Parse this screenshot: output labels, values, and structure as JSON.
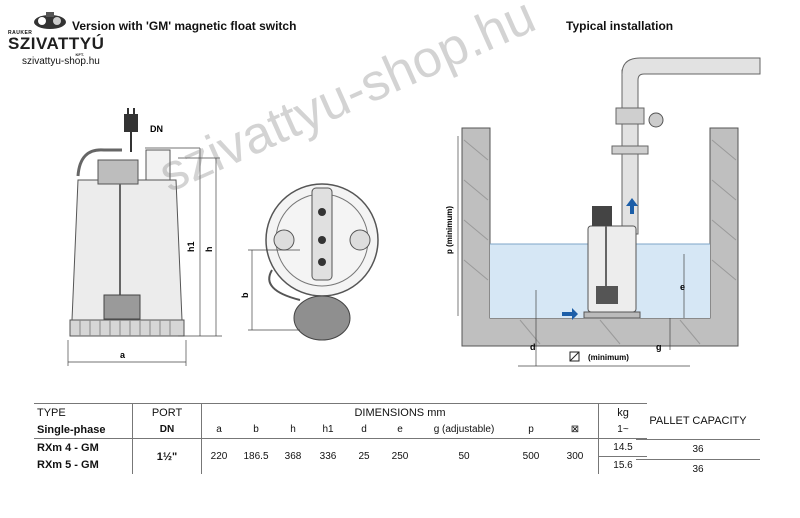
{
  "header": {
    "left_title": "Version with 'GM' magnetic float switch",
    "right_title": "Typical installation"
  },
  "logo": {
    "brand": "RAUKER",
    "name": "SZIVATTYÚ",
    "suffix": "KFT.",
    "url": "szivattyu-shop.hu"
  },
  "watermark": "szivattyu-shop.hu",
  "drawing_labels": {
    "dn": "DN",
    "h1": "h1",
    "h": "h",
    "a": "a",
    "b": "b",
    "p": "p (minimum)",
    "e": "e",
    "d": "d",
    "g": "g",
    "minimum": "(minimum)"
  },
  "table": {
    "type_header": "TYPE",
    "phase": "Single-phase",
    "port_header": "PORT",
    "port_sub": "DN",
    "dimensions_header": "DIMENSIONS mm",
    "columns": [
      "a",
      "b",
      "h",
      "h1",
      "d",
      "e",
      "g (adjustable)",
      "p",
      "⊠"
    ],
    "kg_header": "kg",
    "kg_sub": "1~",
    "models": [
      "RXm 4 - GM",
      "RXm 5 - GM"
    ],
    "port_value": "1½\"",
    "dims": [
      "220",
      "186.5",
      "368",
      "336",
      "25",
      "250",
      "50",
      "500",
      "300"
    ],
    "weights": [
      "14.5",
      "15.6"
    ]
  },
  "pallet": {
    "header": "PALLET CAPACITY",
    "values": [
      "36",
      "36"
    ]
  }
}
